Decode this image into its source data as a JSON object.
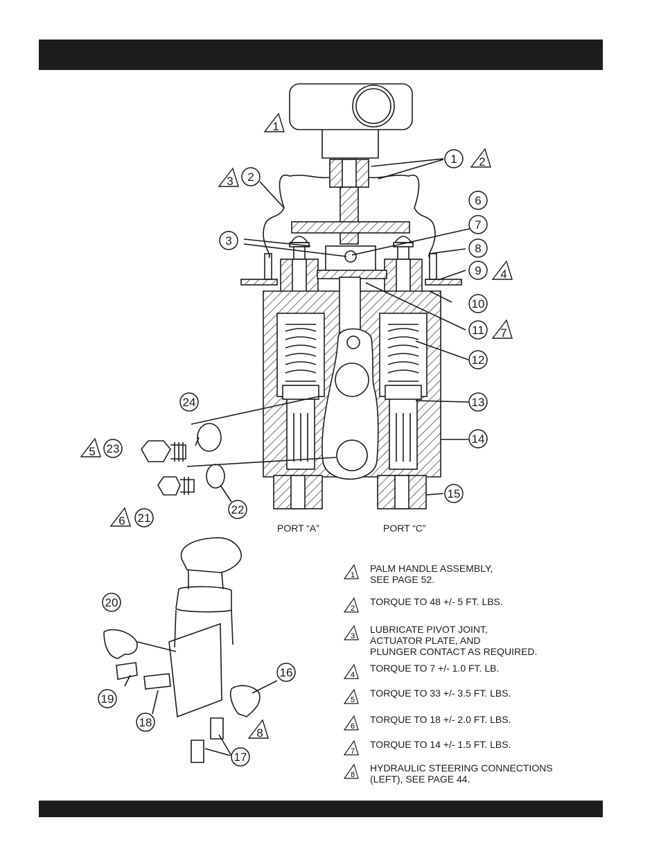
{
  "header": {
    "title": ""
  },
  "footer": {
    "text": ""
  },
  "ports": {
    "a": "PORT “A”",
    "c": "PORT “C”"
  },
  "callouts": [
    "1",
    "2",
    "3",
    "6",
    "7",
    "8",
    "9",
    "10",
    "11",
    "12",
    "13",
    "14",
    "15",
    "16",
    "17",
    "18",
    "19",
    "20",
    "21",
    "22",
    "23",
    "24"
  ],
  "triangles": [
    "1",
    "2",
    "3",
    "4",
    "5",
    "6",
    "7",
    "8"
  ],
  "notes": [
    {
      "num": "1",
      "text": "PALM HANDLE ASSEMBLY,\nSEE PAGE 52."
    },
    {
      "num": "2",
      "text": "TORQUE TO 48 +/- 5 FT. LBS."
    },
    {
      "num": "3",
      "text": "LUBRICATE PIVOT JOINT,\nACTUATOR PLATE, AND\nPLUNGER CONTACT AS REQUIRED."
    },
    {
      "num": "4",
      "text": "TORQUE TO 7 +/- 1.0 FT. LB."
    },
    {
      "num": "5",
      "text": "TORQUE TO 33 +/- 3.5 FT. LBS."
    },
    {
      "num": "6",
      "text": "TORQUE TO 18 +/- 2.0 FT. LBS."
    },
    {
      "num": "7",
      "text": "TORQUE TO 14 +/- 1.5 FT. LBS."
    },
    {
      "num": "8",
      "text": "HYDRAULIC STEERING CONNECTIONS\n(LEFT), SEE PAGE 44."
    }
  ]
}
